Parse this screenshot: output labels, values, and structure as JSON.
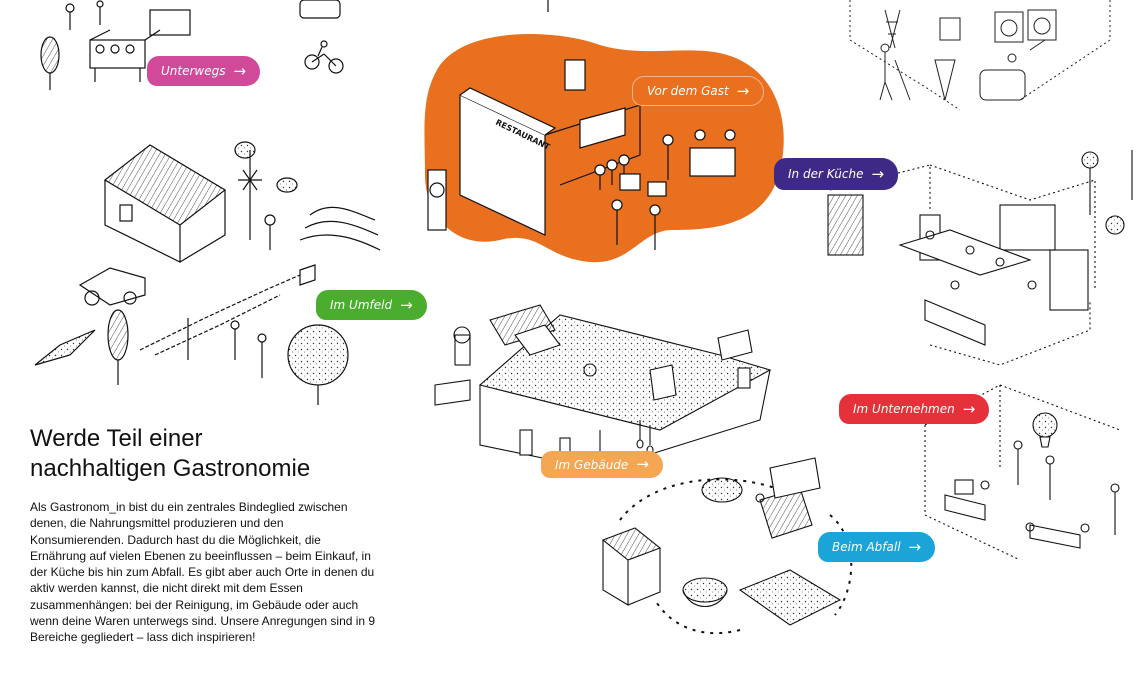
{
  "categories": {
    "unterwegs": {
      "label": "Unterwegs",
      "color": "#d14a9a"
    },
    "vor_dem_gast": {
      "label": "Vor dem Gast",
      "color": "#e8701f"
    },
    "in_der_kueche": {
      "label": "In der Küche",
      "color": "#3e2a86"
    },
    "im_umfeld": {
      "label": "Im Umfeld",
      "color": "#4aad2e"
    },
    "im_unternehmen": {
      "label": "Im Unternehmen",
      "color": "#e5323a"
    },
    "im_gebaeude": {
      "label": "Im Gebäude",
      "color": "#f5a652"
    },
    "beim_abfall": {
      "label": "Beim Abfall",
      "color": "#1aa4d8"
    }
  },
  "arrow_glyph": "→",
  "restaurant_sign": "RESTAURANT",
  "headline": {
    "line1": "Werde Teil einer",
    "line2": "nachhaltigen Gastronomie"
  },
  "intro_text": "Als Gastronom_in bist du ein zentrales Bindeglied zwischen denen, die Nahrungsmittel produzieren und den Konsumierenden. Dadurch hast du die Möglichkeit, die Ernährung auf vielen Ebenen zu beeinflussen – beim Einkauf, in der Küche bis hin zum Abfall. Es gibt aber auch Orte in denen du aktiv werden kannst, die nicht direkt mit dem Essen zusammenhängen: bei der Reinigung, im Gebäude oder auch wenn deine Waren unterwegs sind. Unsere Anregungen sind in 9 Bereiche gegliedert – lass dich inspirieren!"
}
